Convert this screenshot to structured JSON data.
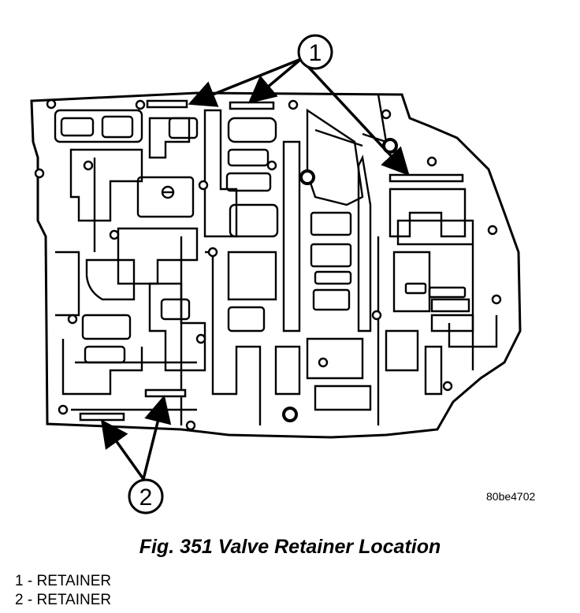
{
  "figure": {
    "reference_code": "80be4702",
    "caption": "Fig. 351 Valve Retainer Location"
  },
  "callouts": [
    {
      "number": "1",
      "label": "RETAINER"
    },
    {
      "number": "2",
      "label": "RETAINER"
    }
  ],
  "legend": {
    "items": [
      {
        "number": "1",
        "separator": " - ",
        "label": "RETAINER"
      },
      {
        "number": "2",
        "separator": " - ",
        "label": "RETAINER"
      }
    ]
  }
}
